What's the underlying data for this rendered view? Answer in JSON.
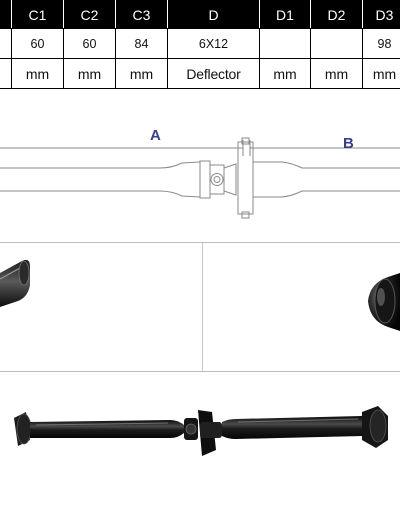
{
  "spec_table": {
    "headers": [
      "",
      "C1",
      "C2",
      "C3",
      "D",
      "D1",
      "D2",
      "D3"
    ],
    "values": [
      "",
      "60",
      "60",
      "84",
      "6X12",
      "",
      "",
      "98"
    ],
    "units": [
      "",
      "mm",
      "mm",
      "mm",
      "Deflector",
      "mm",
      "mm",
      "mm"
    ]
  },
  "diagram": {
    "label_a": "A",
    "label_b": "B",
    "line_color": "#8a8a8a",
    "label_color": "#3a3f8a"
  }
}
